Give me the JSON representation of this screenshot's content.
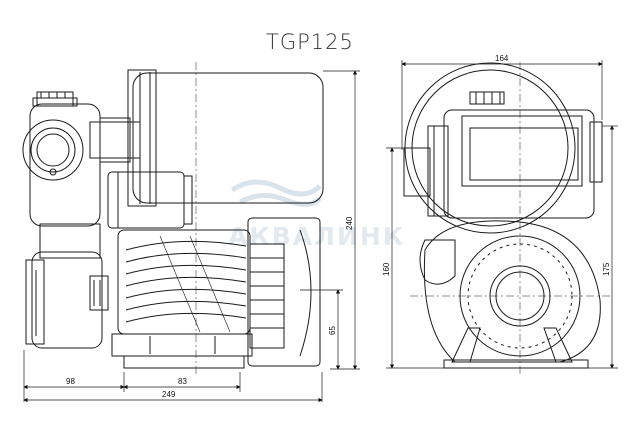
{
  "title": "TGP125",
  "watermark": "АКВАЛИНК",
  "dimensions": {
    "overall_length": "249",
    "left_offset": "98",
    "foot_width": "83",
    "overall_height": "240",
    "shaft_height": "65",
    "front_width": "164",
    "front_height_160": "160",
    "front_height_175": "175"
  },
  "colors": {
    "line": "#1a1a1a",
    "watermark": "#d5e1ea"
  }
}
